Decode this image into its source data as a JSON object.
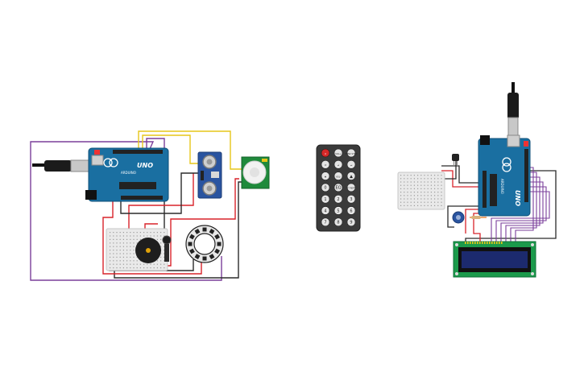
{
  "canvas": {
    "background": "#ffffff"
  },
  "colors": {
    "wire_red": "#d8232a",
    "wire_black": "#2b2b2b",
    "wire_purple": "#7a3e9a",
    "wire_yellow": "#e6c619",
    "wire_orange": "#e6731a",
    "arduino_blue": "#1a6fa1",
    "arduino_dark": "#145a86",
    "breadboard": "#e9e9e9",
    "pir_green": "#1f8a3b",
    "ultrasonic_blue": "#2a54a0",
    "lcd_pcb": "#1b9a4b",
    "lcd_screen": "#1c2a6e",
    "remote_body": "#3a3a3a",
    "remote_power": "#d62828"
  },
  "circuit_left": {
    "arduino": {
      "brand_label": "UNO",
      "maker_label": "ARDUINO",
      "icon": "arduino-logo-icon"
    },
    "components": [
      "breadboard",
      "piezo-buzzer",
      "ultrasonic-sensor",
      "pir-sensor",
      "neopixel-ring",
      "pushbutton"
    ]
  },
  "ir_remote": {
    "rows": [
      [
        "power",
        "VOL+",
        "FUNC STOP"
      ],
      [
        "prev",
        "play",
        "next"
      ],
      [
        "down",
        "VOL-",
        "up"
      ],
      [
        "0",
        "EQ",
        "ST REPT"
      ],
      [
        "1",
        "2",
        "3"
      ],
      [
        "4",
        "5",
        "6"
      ],
      [
        "7",
        "8",
        "9"
      ]
    ]
  },
  "circuit_right": {
    "arduino": {
      "brand_label": "UNO",
      "maker_label": "ARDUINO",
      "icon": "arduino-logo-icon"
    },
    "components": [
      "breadboard",
      "potentiometer",
      "ir-receiver",
      "lcd-16x2",
      "resistor"
    ]
  }
}
